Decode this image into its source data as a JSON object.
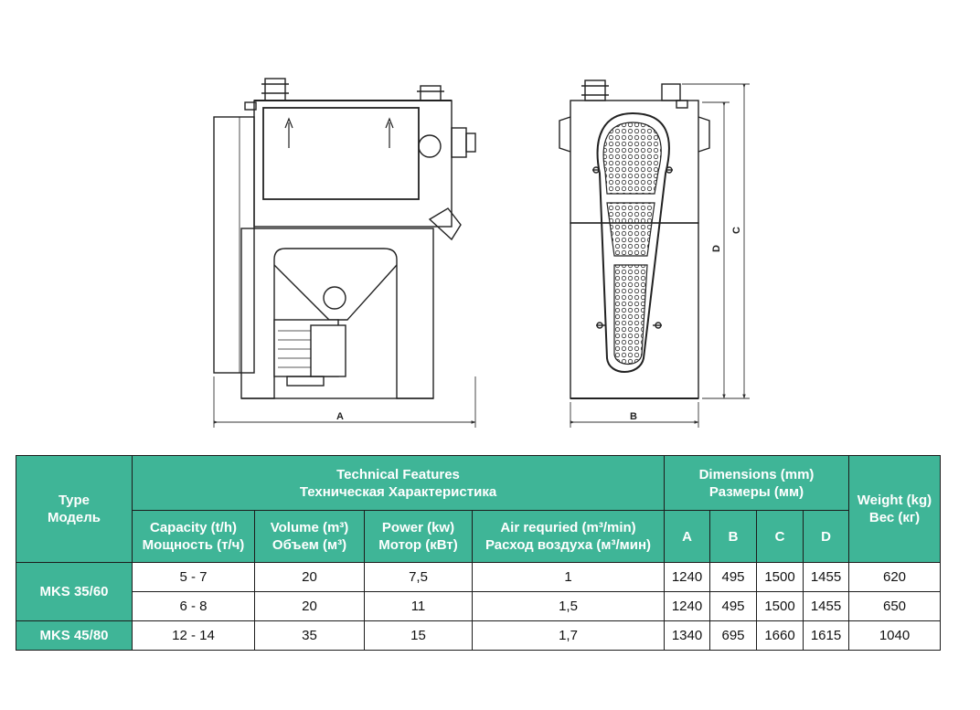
{
  "drawing": {
    "dimension_labels": {
      "a": "A",
      "b": "B",
      "c": "C",
      "d": "D"
    }
  },
  "table": {
    "type_header": [
      "Type",
      "Модель"
    ],
    "tech_header": [
      "Technical Features",
      "Техническая Характеристика"
    ],
    "dim_header": [
      "Dimensions (mm)",
      "Размеры (мм)"
    ],
    "weight_header": [
      "Weight (kg)",
      "Вес (кг)"
    ],
    "columns": {
      "capacity": [
        "Capacity (t/h)",
        "Мощность (т/ч)"
      ],
      "volume": [
        "Volume (m³)",
        "Объем (м³)"
      ],
      "power": [
        "Power (kw)",
        "Мотор (кВт)"
      ],
      "air": [
        "Air requried (m³/min)",
        "Расход воздуха (м³/мин)"
      ],
      "a": "A",
      "b": "B",
      "c": "C",
      "d": "D"
    },
    "models": [
      "MKS 35/60",
      "MKS 45/80"
    ],
    "rows": [
      {
        "capacity": "5 - 7",
        "volume": "20",
        "power": "7,5",
        "air": "1",
        "a": "1240",
        "b": "495",
        "c": "1500",
        "d": "1455",
        "weight": "620"
      },
      {
        "capacity": "6 - 8",
        "volume": "20",
        "power": "11",
        "air": "1,5",
        "a": "1240",
        "b": "495",
        "c": "1500",
        "d": "1455",
        "weight": "650"
      },
      {
        "capacity": "12 - 14",
        "volume": "35",
        "power": "15",
        "air": "1,7",
        "a": "1340",
        "b": "695",
        "c": "1660",
        "d": "1615",
        "weight": "1040"
      }
    ]
  },
  "colors": {
    "header_bg": "#3fb597",
    "header_text": "#ffffff",
    "line": "#1c1c1c"
  }
}
